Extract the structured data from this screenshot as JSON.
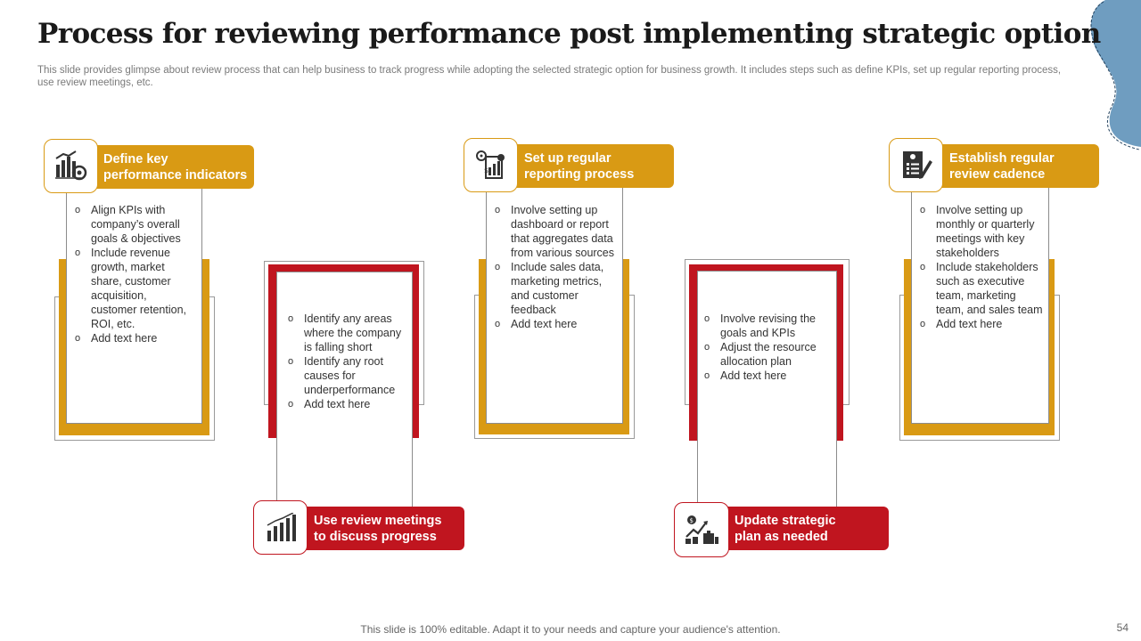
{
  "slide": {
    "title": "Process for reviewing performance post implementing strategic option",
    "subtitle": "This slide provides glimpse about review process that can help business to track progress while adopting the selected strategic option for business growth. It includes steps such as define KPIs, set up regular reporting process, use review meetings, etc.",
    "footer": "This slide is 100% editable. Adapt it to your needs and capture your audience's attention.",
    "page_number": "54"
  },
  "colors": {
    "gold": "#D99A14",
    "red": "#C0151F",
    "blue": "#6F9DC0"
  },
  "steps": [
    {
      "label_line1": "Define key",
      "label_line2": "performance indicators",
      "icon": "kpi-chart-icon",
      "bullets": [
        "Align KPIs with company’s overall goals & objectives",
        "Include revenue growth, market share, customer acquisition, customer retention, ROI, etc.",
        "Add text here"
      ]
    },
    {
      "label_line1": "Use review meetings",
      "label_line2": "to discuss progress",
      "icon": "bar-chart-icon",
      "bullets": [
        "Identify any areas where the company is falling short",
        "Identify any root causes for underperformance",
        "Add text here"
      ]
    },
    {
      "label_line1": "Set up regular",
      "label_line2": "reporting process",
      "icon": "report-icon",
      "bullets": [
        "Involve setting up dashboard or report that aggregates data from various sources",
        "Include sales data, marketing metrics, and customer feedback",
        "Add text here"
      ]
    },
    {
      "label_line1": "Update strategic",
      "label_line2": "plan as needed",
      "icon": "strategy-growth-icon",
      "bullets": [
        "Involve revising the goals and KPIs",
        "Adjust the resource allocation plan",
        "Add text here"
      ]
    },
    {
      "label_line1": "Establish regular",
      "label_line2": "review cadence",
      "icon": "checklist-icon",
      "bullets": [
        "Involve setting up monthly or quarterly meetings with key stakeholders",
        "Include stakeholders such as executive team, marketing team, and sales team",
        "Add text here"
      ]
    }
  ]
}
